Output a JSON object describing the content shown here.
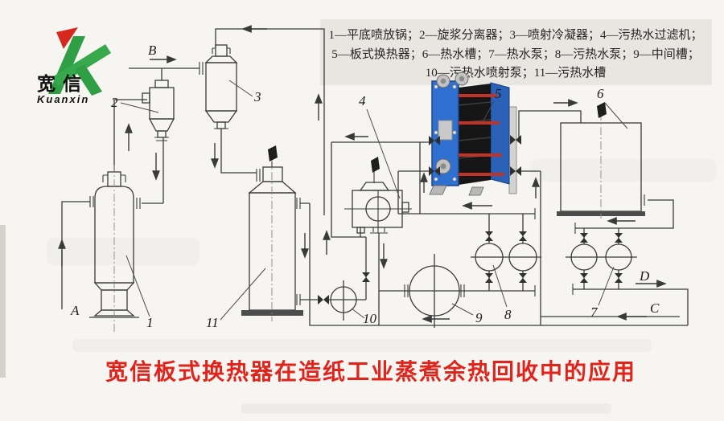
{
  "logo": {
    "cn": "宽信",
    "en": "Kuanxin"
  },
  "legend": {
    "line1": "1—平底喷放锅；2—旋浆分离器；3—喷射冷凝器；4—污热水过滤机；",
    "line2": "5—板式换热器；6—热水槽；7—热水泵；8—污热水泵；9—中间槽；",
    "line3": "10—污热水喷射泵；11—污热水槽"
  },
  "equipment": [
    {
      "num": "1",
      "name": "平底喷放锅"
    },
    {
      "num": "2",
      "name": "旋浆分离器"
    },
    {
      "num": "3",
      "name": "喷射冷凝器"
    },
    {
      "num": "4",
      "name": "污热水过滤机"
    },
    {
      "num": "5",
      "name": "板式换热器"
    },
    {
      "num": "6",
      "name": "热水槽"
    },
    {
      "num": "7",
      "name": "热水泵"
    },
    {
      "num": "8",
      "name": "污热水泵"
    },
    {
      "num": "9",
      "name": "中间槽"
    },
    {
      "num": "10",
      "name": "污热水喷射泵"
    },
    {
      "num": "11",
      "name": "污热水槽"
    }
  ],
  "labels": {
    "n1": "1",
    "n2": "2",
    "n3": "3",
    "n4": "4",
    "n5": "5",
    "n6": "6",
    "n7": "7",
    "n8": "8",
    "n9": "9",
    "n10": "10",
    "n11": "11",
    "A": "A",
    "B": "B",
    "C": "C",
    "D": "D"
  },
  "caption": "宽信板式换热器在造纸工业蒸煮余热回收中的应用",
  "colors": {
    "paper": "#f7f5f1",
    "legend_bg": "#e9e6e1",
    "line": "#3a3a3a",
    "caption_red": "#e0241c",
    "hx_frame_blue": "#2e6fd0",
    "hx_plate_black": "#161616",
    "tie_rod_red": "#c23327",
    "logo_green": "#2f9e44",
    "logo_red": "#d6281e"
  }
}
